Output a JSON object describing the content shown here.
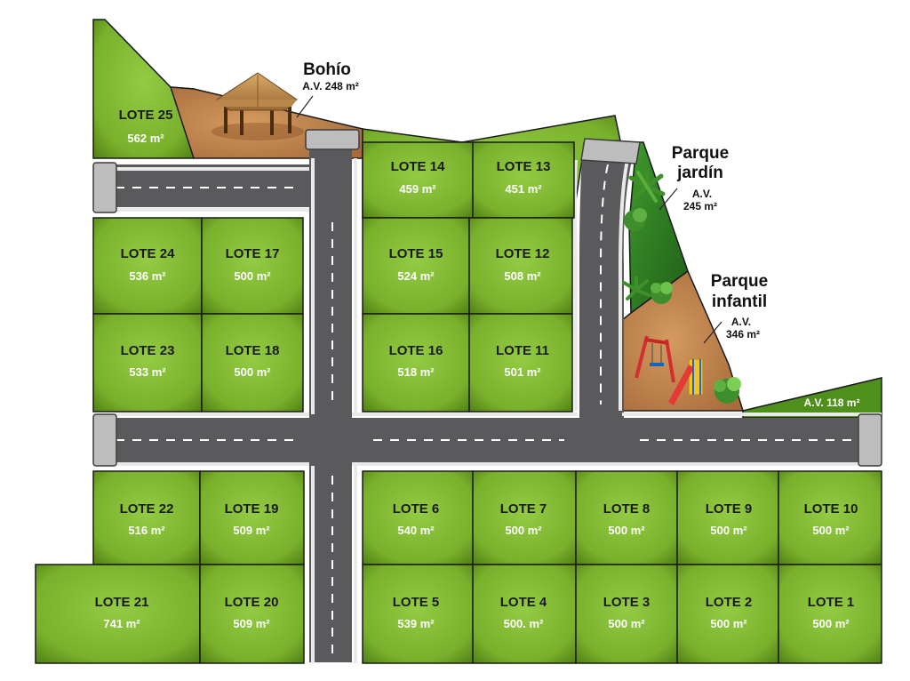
{
  "lots": [
    {
      "id": "lote-1",
      "name": "LOTE 1",
      "area": "500 m²"
    },
    {
      "id": "lote-2",
      "name": "LOTE 2",
      "area": "500 m²"
    },
    {
      "id": "lote-3",
      "name": "LOTE 3",
      "area": "500 m²"
    },
    {
      "id": "lote-4",
      "name": "LOTE 4",
      "area": "500. m²"
    },
    {
      "id": "lote-5",
      "name": "LOTE 5",
      "area": "539 m²"
    },
    {
      "id": "lote-6",
      "name": "LOTE 6",
      "area": "540 m²"
    },
    {
      "id": "lote-7",
      "name": "LOTE 7",
      "area": "500 m²"
    },
    {
      "id": "lote-8",
      "name": "LOTE 8",
      "area": "500 m²"
    },
    {
      "id": "lote-9",
      "name": "LOTE 9",
      "area": "500 m²"
    },
    {
      "id": "lote-10",
      "name": "LOTE 10",
      "area": "500 m²"
    },
    {
      "id": "lote-11",
      "name": "LOTE 11",
      "area": "501 m²"
    },
    {
      "id": "lote-12",
      "name": "LOTE 12",
      "area": "508 m²"
    },
    {
      "id": "lote-13",
      "name": "LOTE 13",
      "area": "451 m²"
    },
    {
      "id": "lote-14",
      "name": "LOTE 14",
      "area": "459 m²"
    },
    {
      "id": "lote-15",
      "name": "LOTE 15",
      "area": "524 m²"
    },
    {
      "id": "lote-16",
      "name": "LOTE 16",
      "area": "518 m²"
    },
    {
      "id": "lote-17",
      "name": "LOTE 17",
      "area": "500 m²"
    },
    {
      "id": "lote-18",
      "name": "LOTE 18",
      "area": "500 m²"
    },
    {
      "id": "lote-19",
      "name": "LOTE 19",
      "area": "509 m²"
    },
    {
      "id": "lote-20",
      "name": "LOTE 20",
      "area": "509 m²"
    },
    {
      "id": "lote-21",
      "name": "LOTE 21",
      "area": "741 m²"
    },
    {
      "id": "lote-22",
      "name": "LOTE 22",
      "area": "516 m²"
    },
    {
      "id": "lote-23",
      "name": "LOTE 23",
      "area": "533 m²"
    },
    {
      "id": "lote-24",
      "name": "LOTE 24",
      "area": "536 m²"
    },
    {
      "id": "lote-25",
      "name": "LOTE 25",
      "area": "562 m²"
    }
  ],
  "amenities": {
    "bohio": {
      "title": "Bohío",
      "area": "A.V. 248 m²"
    },
    "parque_jardin": {
      "title_line1": "Parque",
      "title_line2": "jardín",
      "area_line1": "A.V.",
      "area_line2": "245 m²"
    },
    "parque_infantil": {
      "title_line1": "Parque",
      "title_line2": "infantil",
      "area_line1": "A.V.",
      "area_line2": "346 m²"
    },
    "area_verde_east": {
      "area": "A.V. 118 m²"
    }
  },
  "colors": {
    "lot_light": "#8cc63f",
    "lot_dark": "#4e7d12",
    "road": "#5a5a5c",
    "dirt": "#a86b3c",
    "park": "#2f7d22"
  },
  "icons": [
    "gazebo-icon",
    "tree-icon",
    "palm-icon",
    "swing-set-icon",
    "slide-icon"
  ]
}
